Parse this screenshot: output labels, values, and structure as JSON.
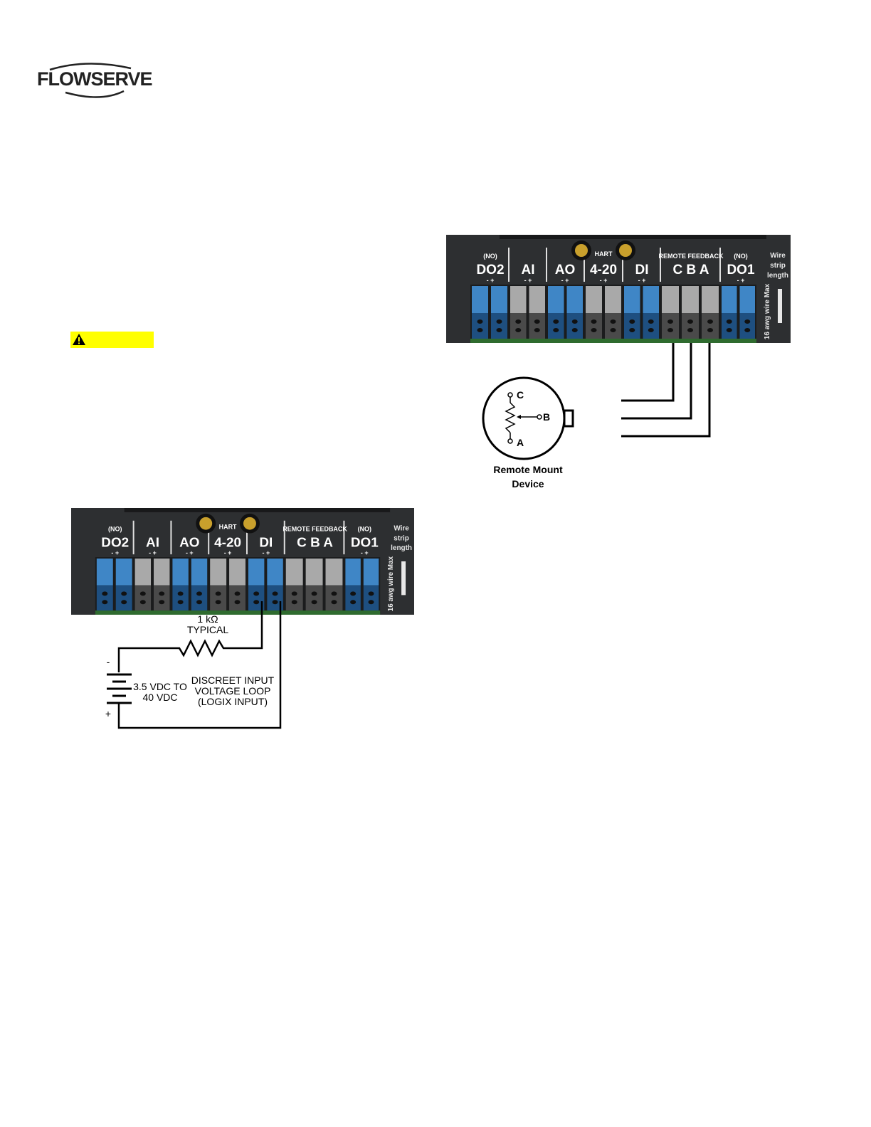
{
  "logo": {
    "text": "FLOWSERVE"
  },
  "terminal_block": {
    "groups": [
      {
        "top": "(NO)",
        "name": "DO2",
        "polarity": "- +"
      },
      {
        "top": "",
        "name": "AI",
        "polarity": "- +"
      },
      {
        "top": "",
        "name": "AO",
        "polarity": "- +"
      },
      {
        "top": "HART",
        "name": "4-20",
        "polarity": "- +"
      },
      {
        "top": "",
        "name": "DI",
        "polarity": "- +"
      },
      {
        "top": "REMOTE FEEDBACK",
        "name": "C   B   A",
        "polarity": ""
      },
      {
        "top": "(NO)",
        "name": "DO1",
        "polarity": "- +"
      }
    ],
    "wire_strip": [
      "Wire",
      "strip",
      "length"
    ],
    "awg_note": "16 awg wire Max"
  },
  "remote_feedback_diagram": {
    "pins": [
      "C",
      "B",
      "A"
    ],
    "device_label_line1": "Remote Mount",
    "device_label_line2": "Device"
  },
  "di_diagram": {
    "resistor_value": "1 kΩ",
    "resistor_note": "TYPICAL",
    "minus": "-",
    "plus": "+",
    "supply_line1": "3.5 VDC TO",
    "supply_line2": "40 VDC",
    "loop_line1": "DISCREET INPUT",
    "loop_line2": "VOLTAGE LOOP",
    "loop_line3": "(LOGIX INPUT)"
  }
}
